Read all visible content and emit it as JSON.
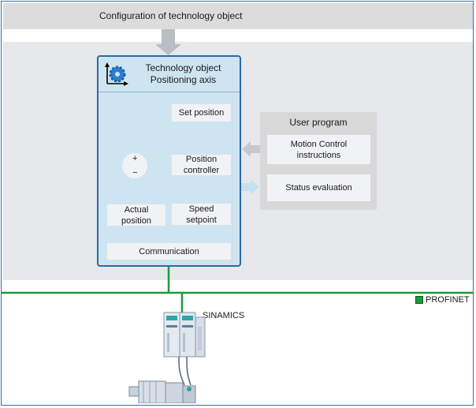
{
  "config_title": "Configuration of technology object",
  "technology_object": {
    "title_line1": "Technology object",
    "title_line2": "Positioning axis"
  },
  "blocks": {
    "set_position": "Set position",
    "position_controller_line1": "Position",
    "position_controller_line2": "controller",
    "actual_position_line1": "Actual",
    "actual_position_line2": "position",
    "speed_setpoint_line1": "Speed",
    "speed_setpoint_line2": "setpoint",
    "communication": "Communication"
  },
  "summing_junction": {
    "plus": "+",
    "minus": "−"
  },
  "user_program": {
    "title": "User program",
    "motion_line1": "Motion Control",
    "motion_line2": "instructions",
    "status": "Status evaluation"
  },
  "network_label": "PROFINET",
  "drive_label": "SINAMICS",
  "colors": {
    "profinet_green": "#1c9a3c",
    "technology_blue": "#2a6aa6",
    "gear_blue": "#2a7fd4"
  },
  "icons": [
    "axis-gear-icon",
    "drive-unit-icon",
    "servo-motor-icon"
  ]
}
